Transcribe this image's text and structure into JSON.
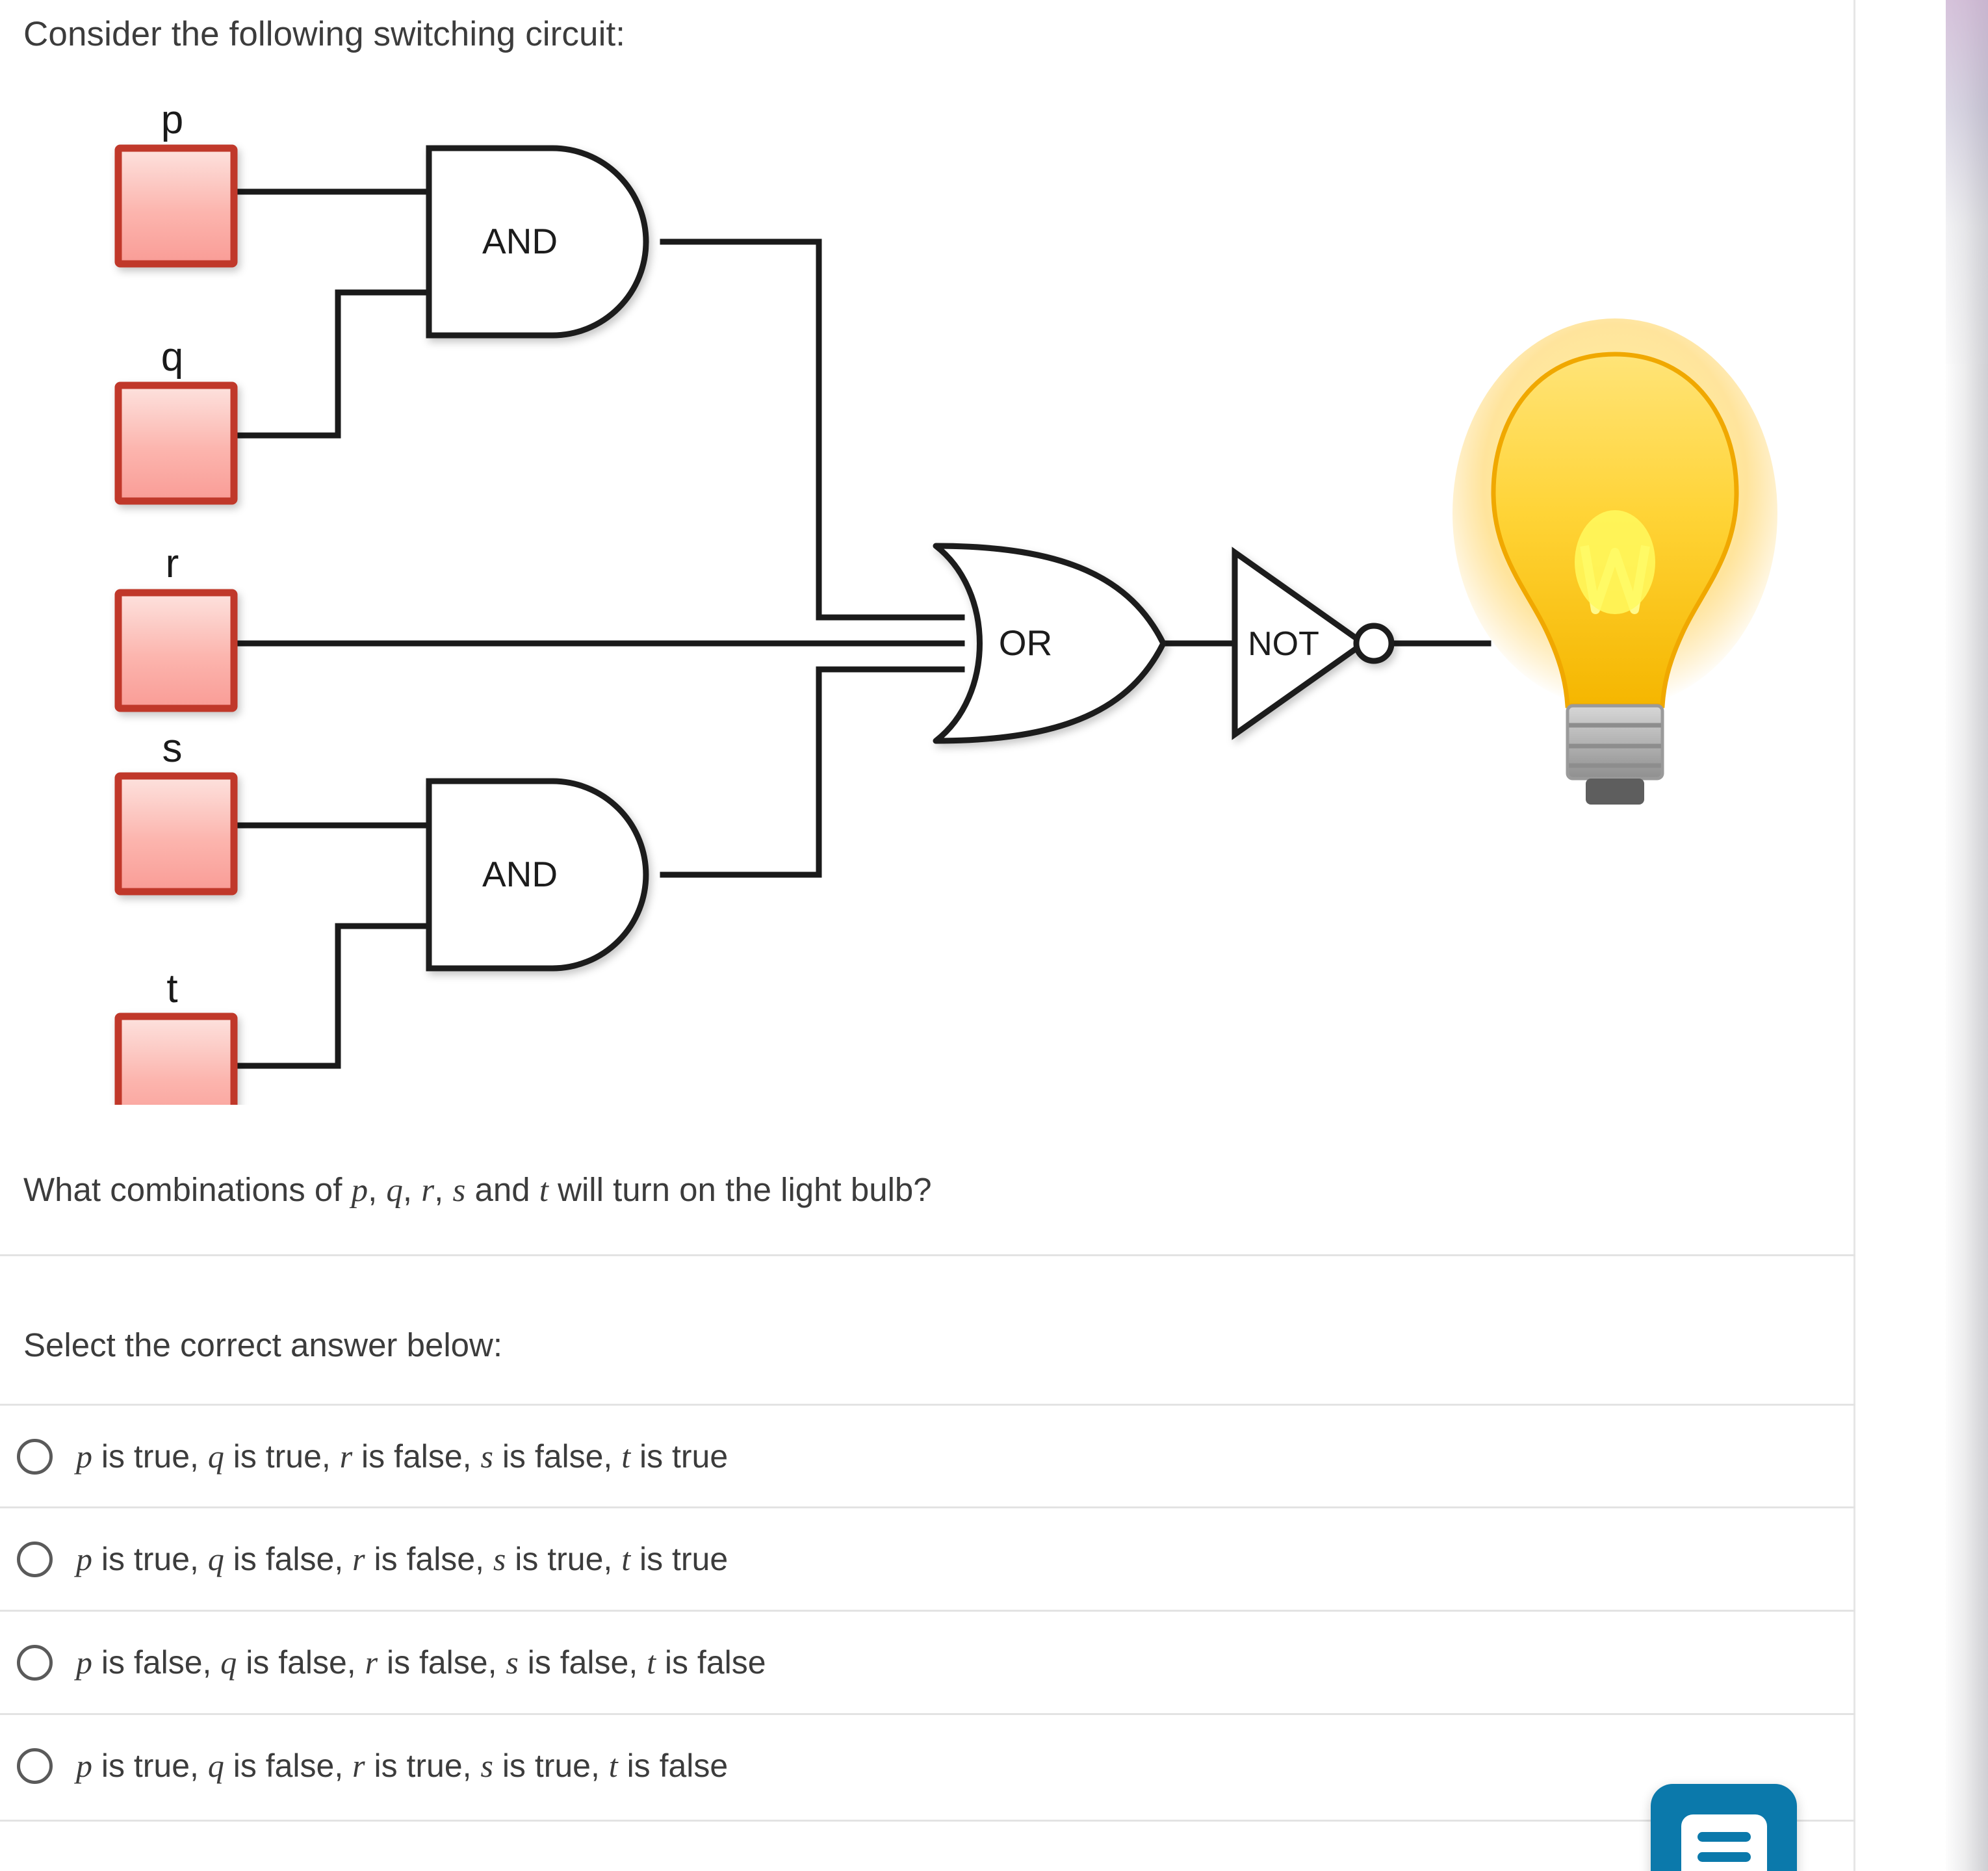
{
  "prompt": "Consider the following switching circuit:",
  "question": {
    "prefix": "What combinations of ",
    "vars": [
      "p",
      "q",
      "r",
      "s",
      "t"
    ],
    "joiner_1": ", ",
    "joiner_and": " and ",
    "suffix": " will turn on the light bulb?"
  },
  "select_prompt": "Select the correct answer below:",
  "circuit": {
    "inputs": [
      {
        "label": "p",
        "name": "switch-p"
      },
      {
        "label": "q",
        "name": "switch-q"
      },
      {
        "label": "r",
        "name": "switch-r"
      },
      {
        "label": "s",
        "name": "switch-s"
      },
      {
        "label": "t",
        "name": "switch-t"
      }
    ],
    "gates": [
      {
        "type": "AND",
        "label": "AND",
        "name": "and-gate-top",
        "inputs": [
          "p",
          "q"
        ]
      },
      {
        "type": "AND",
        "label": "AND",
        "name": "and-gate-bottom",
        "inputs": [
          "s",
          "t"
        ]
      },
      {
        "type": "OR",
        "label": "OR",
        "name": "or-gate",
        "inputs": [
          "and-top",
          "r",
          "and-bottom"
        ]
      },
      {
        "type": "NOT",
        "label": "NOT",
        "name": "not-gate",
        "inputs": [
          "or"
        ]
      }
    ],
    "output": {
      "name": "light-bulb",
      "state": "on"
    },
    "colors": {
      "switch_fill_top": "#fde0dc",
      "switch_fill_bottom": "#f9a19c",
      "switch_border": "#c0392b",
      "wire": "#1a1a1a",
      "gate_stroke": "#1a1a1a",
      "gate_fill": "#ffffff",
      "gate_label": "#1a1a1a",
      "bulb_glow": "#ffc21f",
      "bulb_glass": "#ffd74a",
      "bulb_filament": "#fff35a",
      "bulb_base": "#b9b9b9"
    }
  },
  "options": [
    {
      "id": "opt-a",
      "text": "p is true, q is true, r is false, s is false, t is true",
      "selected": false
    },
    {
      "id": "opt-b",
      "text": "p is true, q is false, r is false, s is true, t is true",
      "selected": false
    },
    {
      "id": "opt-c",
      "text": "p is false, q is false, r is false, s is false, t is false",
      "selected": false
    },
    {
      "id": "opt-d",
      "text": "p is true, q is false, r is true, s is true, t is false",
      "selected": false
    }
  ],
  "fab": {
    "name": "notes-button",
    "icon": "document-lines-icon",
    "color": "#0b79ab"
  }
}
